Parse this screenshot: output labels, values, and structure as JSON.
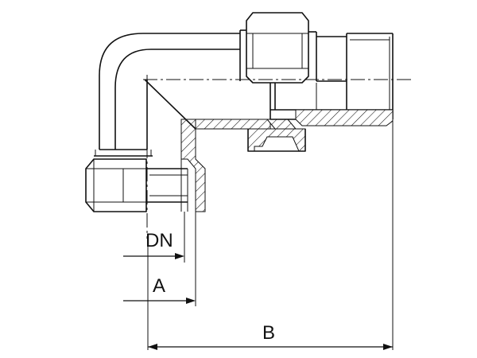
{
  "labels": {
    "dn": "DN",
    "a": "A",
    "b": "B"
  },
  "colors": {
    "line": "#111111",
    "background": "#ffffff"
  }
}
